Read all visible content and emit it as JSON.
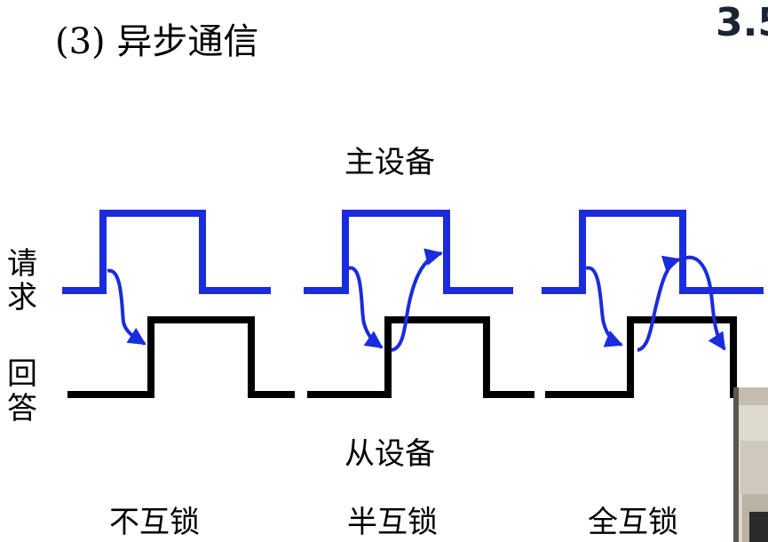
{
  "slide": {
    "title": "(3) 异步通信",
    "section_number": "3.5"
  },
  "diagram": {
    "master_label": "主设备",
    "slave_label": "从设备",
    "request_label": [
      "请",
      "求"
    ],
    "response_label": [
      "回",
      "答"
    ],
    "modes": [
      {
        "name": "不互锁"
      },
      {
        "name": "半互锁"
      },
      {
        "name": "全互锁"
      }
    ],
    "colors": {
      "request_signal": "#1a2cdc",
      "response_signal": "#000000",
      "background": "#ffffff"
    }
  }
}
